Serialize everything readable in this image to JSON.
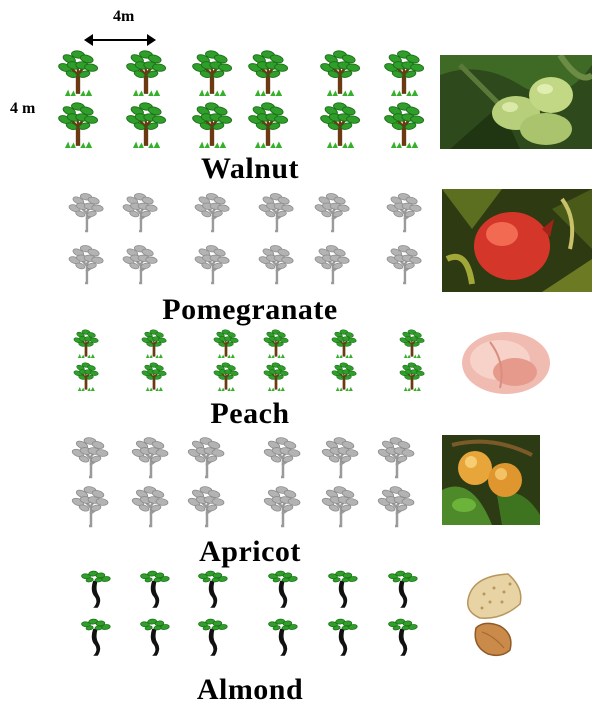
{
  "dimensions": {
    "spacing_horizontal": "4m",
    "spacing_vertical": "4 m"
  },
  "crops": [
    {
      "name": "Walnut",
      "tree_style": "green-leafy",
      "fruit": "green walnut fruits on branch"
    },
    {
      "name": "Pomegranate",
      "tree_style": "grey-faded",
      "fruit": "red pomegranate among leaves"
    },
    {
      "name": "Peach",
      "tree_style": "green-small",
      "fruit": "pink peach"
    },
    {
      "name": "Apricot",
      "tree_style": "grey-faded",
      "fruit": "orange apricots with leaves"
    },
    {
      "name": "Almond",
      "tree_style": "dark-trunk",
      "fruit": "almond nut in shell"
    }
  ],
  "colors": {
    "leaf_green": "#2f9e2a",
    "leaf_dark": "#1b6d16",
    "trunk_brown": "#6b3a12",
    "grass": "#35b02b",
    "grey_tree": "#9a9a9a",
    "dark_trunk": "#111111"
  }
}
